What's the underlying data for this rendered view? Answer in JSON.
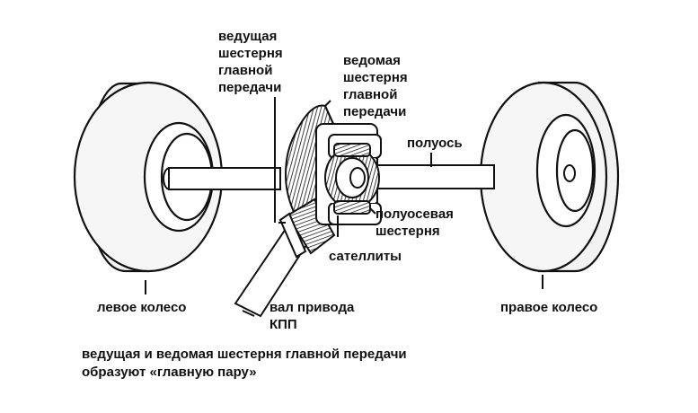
{
  "labels": {
    "drive_gear": "ведущая\nшестерня\nглавной\nпередачи",
    "driven_gear": "ведомая\nшестерня\nглавной\nпередачи",
    "half_shaft": "полуось",
    "side_gear": "полуосевая\nшестерня",
    "satellites": "сателлиты",
    "left_wheel": "левое колесо",
    "right_wheel": "правое колесо",
    "gearbox_shaft": "вал привода\nКПП"
  },
  "caption": {
    "line1": "ведущая и ведомая шестерня главной передачи",
    "line2": "образуют «главную пару»"
  },
  "colors": {
    "ink": "#111111",
    "tire": "#ececec",
    "paper": "#ffffff"
  }
}
